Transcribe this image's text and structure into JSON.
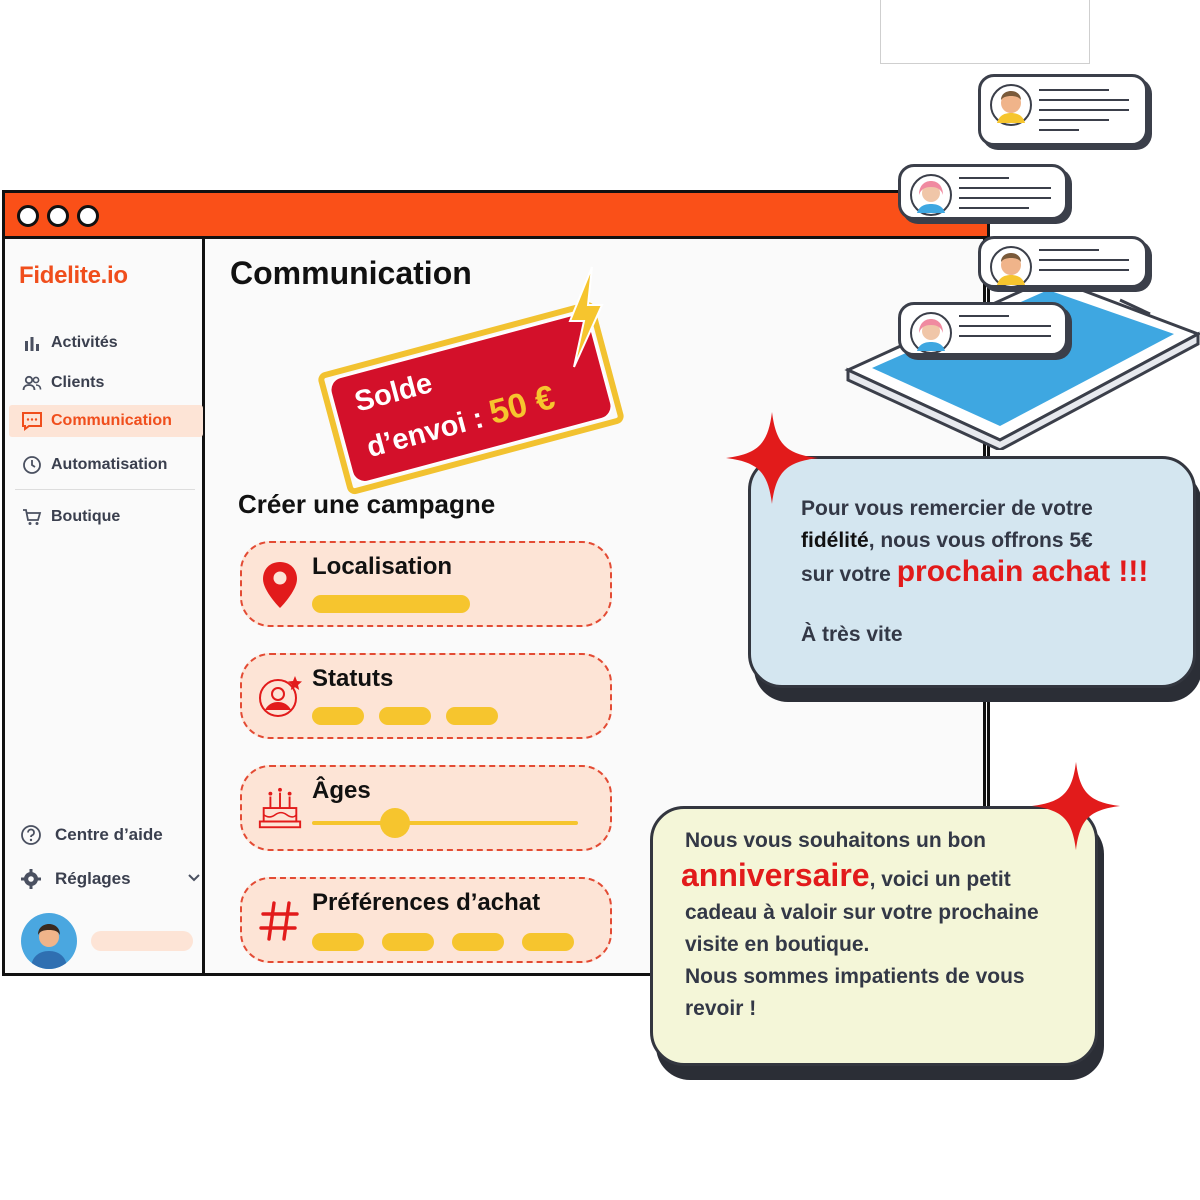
{
  "window": {
    "accent": "#fa5018"
  },
  "sidebar": {
    "logo": "Fidelite.io",
    "items": [
      {
        "label": "Activités",
        "icon": "bar-chart-icon"
      },
      {
        "label": "Clients",
        "icon": "users-icon"
      },
      {
        "label": "Communication",
        "icon": "message-icon",
        "active": true
      },
      {
        "label": "Automatisation",
        "icon": "clock-icon"
      },
      {
        "label": "Boutique",
        "icon": "cart-icon"
      }
    ],
    "help": "Centre d’aide",
    "settings": "Réglages"
  },
  "main": {
    "title": "Communication",
    "badge": {
      "line1": "Solde",
      "line2": "d’envoi : ",
      "amount": "50 €"
    },
    "section_title": "Créer une campagne",
    "cards": [
      {
        "title": "Localisation",
        "icon": "location-pin-icon"
      },
      {
        "title": "Statuts",
        "icon": "user-star-icon"
      },
      {
        "title": "Âges",
        "icon": "birthday-cake-icon",
        "slider_value": 0.3
      },
      {
        "title": "Préférences d’achat",
        "icon": "hashtag-icon"
      }
    ]
  },
  "messages": {
    "blue": {
      "l1": "Pour vous remercier de votre",
      "l2a": "fidélité",
      "l2b": ", nous vous offrons 5€",
      "l3a": "sur votre ",
      "l3b": "prochain achat !!!",
      "l4": "À très vite"
    },
    "yellow": {
      "l1": "Nous vous souhaitons un bon",
      "l2a": "anniversaire",
      "l2b": ", voici un petit",
      "l3": "cadeau à valoir sur votre prochaine",
      "l4": "visite en boutique.",
      "l5": "Nous sommes impatients de vous",
      "l6": "revoir !"
    }
  },
  "colors": {
    "brand": "#f04e1c",
    "highlight": "#e21b1b",
    "pill": "#f6c52e",
    "card_bg": "#fde4d6"
  }
}
